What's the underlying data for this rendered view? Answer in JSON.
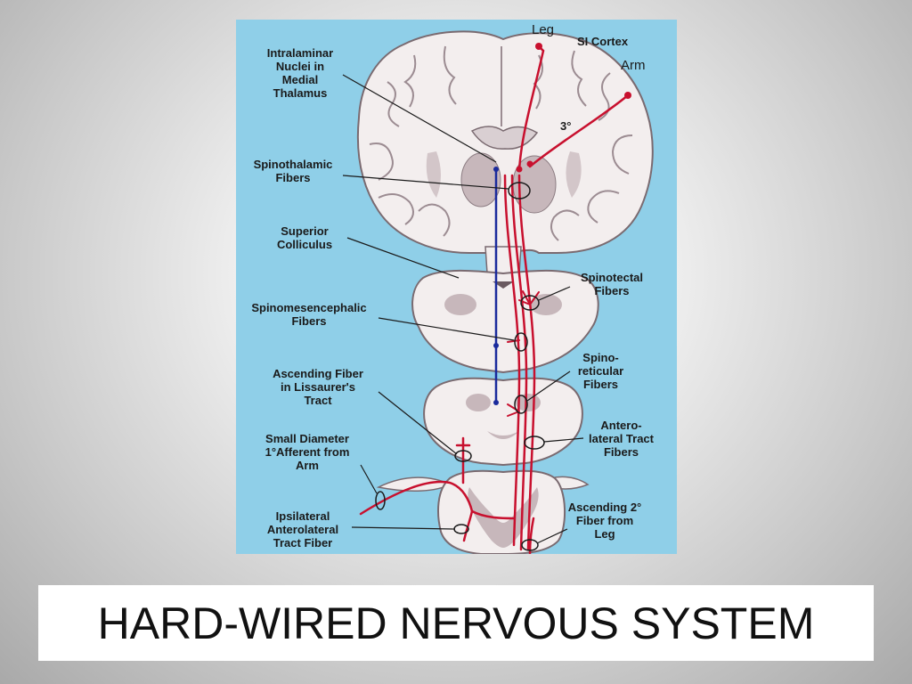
{
  "slide": {
    "title": "HARD-WIRED NERVOUS SYSTEM"
  },
  "figure": {
    "labels": {
      "leg_top": "Leg",
      "si_cortex": "SI Cortex",
      "arm": "Arm",
      "third_order": "3°",
      "intralaminar": "Intralaminar\nNuclei in\nMedial\nThalamus",
      "spinothalamic": "Spinothalamic\nFibers",
      "superior_colliculus": "Superior\nColliculus",
      "spinotectal": "Spinotectal\nFibers",
      "spinomesencephalic": "Spinomesencephalic\nFibers",
      "spinoreticular": "Spino-\nreticular\nFibers",
      "lissauer": "Ascending Fiber\nin Lissaurer's\nTract",
      "anterolateral": "Antero-\nlateral Tract\nFibers",
      "small_diameter": "Small Diameter\n1°Afferent from\nArm",
      "ascending_2": "Ascending 2°\nFiber from\nLeg",
      "ipsilateral": "Ipsilateral\nAnterolateral\nTract Fiber"
    },
    "colors": {
      "background": "#8fcfe8",
      "tissue": "#f3eeee",
      "gray_matter": "#c7b7bb",
      "outline": "#7a6a70",
      "pathway": "#c8102e",
      "medial_pathway": "#1a2a9c",
      "leader": "#1a1a1a"
    }
  }
}
